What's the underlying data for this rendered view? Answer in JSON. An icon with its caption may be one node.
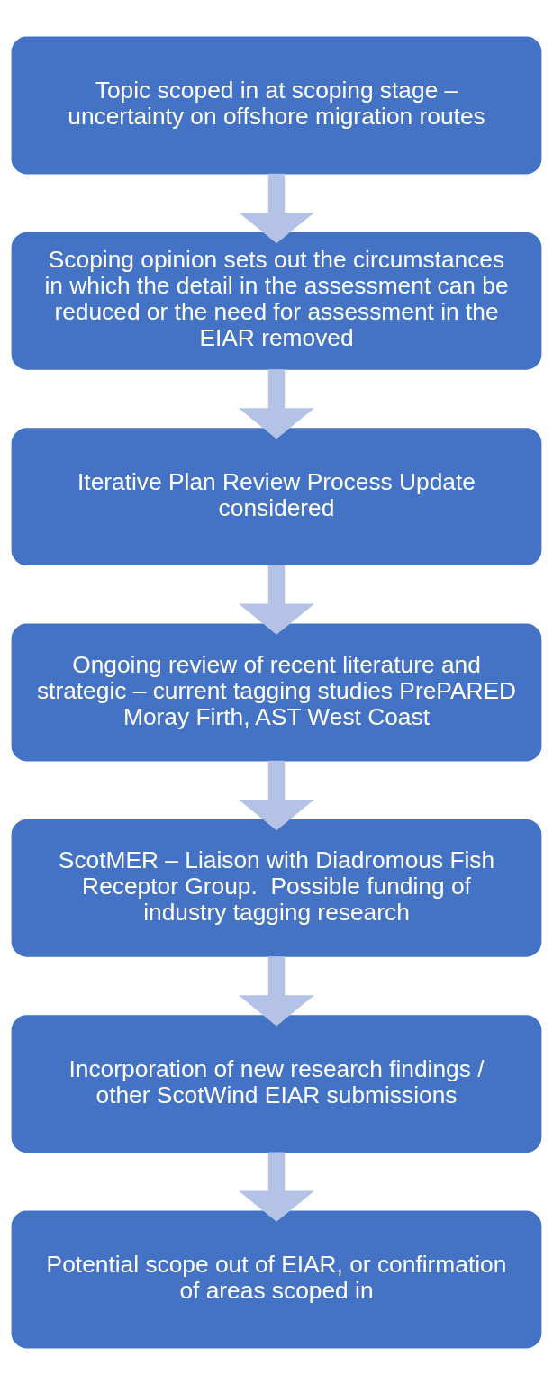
{
  "diagram": {
    "nodes": [
      {
        "text": [
          "Topic scoped in at scoping stage – uncertainty on offshore migration routes"
        ]
      },
      {
        "text": [
          "Scoping opinion sets out the circumstances in which the detail in the assessment can be reduced or the need for assessment in the EIAR removed"
        ]
      },
      {
        "text": [
          "Iterative Plan Review Process Update considered"
        ]
      },
      {
        "text": [
          "Ongoing review of recent literature and strategic – current tagging studies PrePARED Moray Firth, AST West Coast"
        ]
      },
      {
        "text": [
          "ScotMER – Liaison with Diadromous Fish Receptor Group.  Possible funding of industry tagging research"
        ]
      },
      {
        "text": [
          "Incorporation of new research findings / other ScotWind EIAR submissions"
        ]
      },
      {
        "text": [
          "Potential scope out of EIAR, or confirmation of areas scoped in"
        ]
      }
    ],
    "edges": [
      {
        "from": 0,
        "to": 1,
        "arrow": "to"
      },
      {
        "from": 1,
        "to": 2,
        "arrow": "to"
      },
      {
        "from": 2,
        "to": 3,
        "arrow": "to"
      },
      {
        "from": 3,
        "to": 4,
        "arrow": "to"
      },
      {
        "from": 4,
        "to": 5,
        "arrow": "to"
      },
      {
        "from": 5,
        "to": 6,
        "arrow": "to"
      }
    ]
  }
}
